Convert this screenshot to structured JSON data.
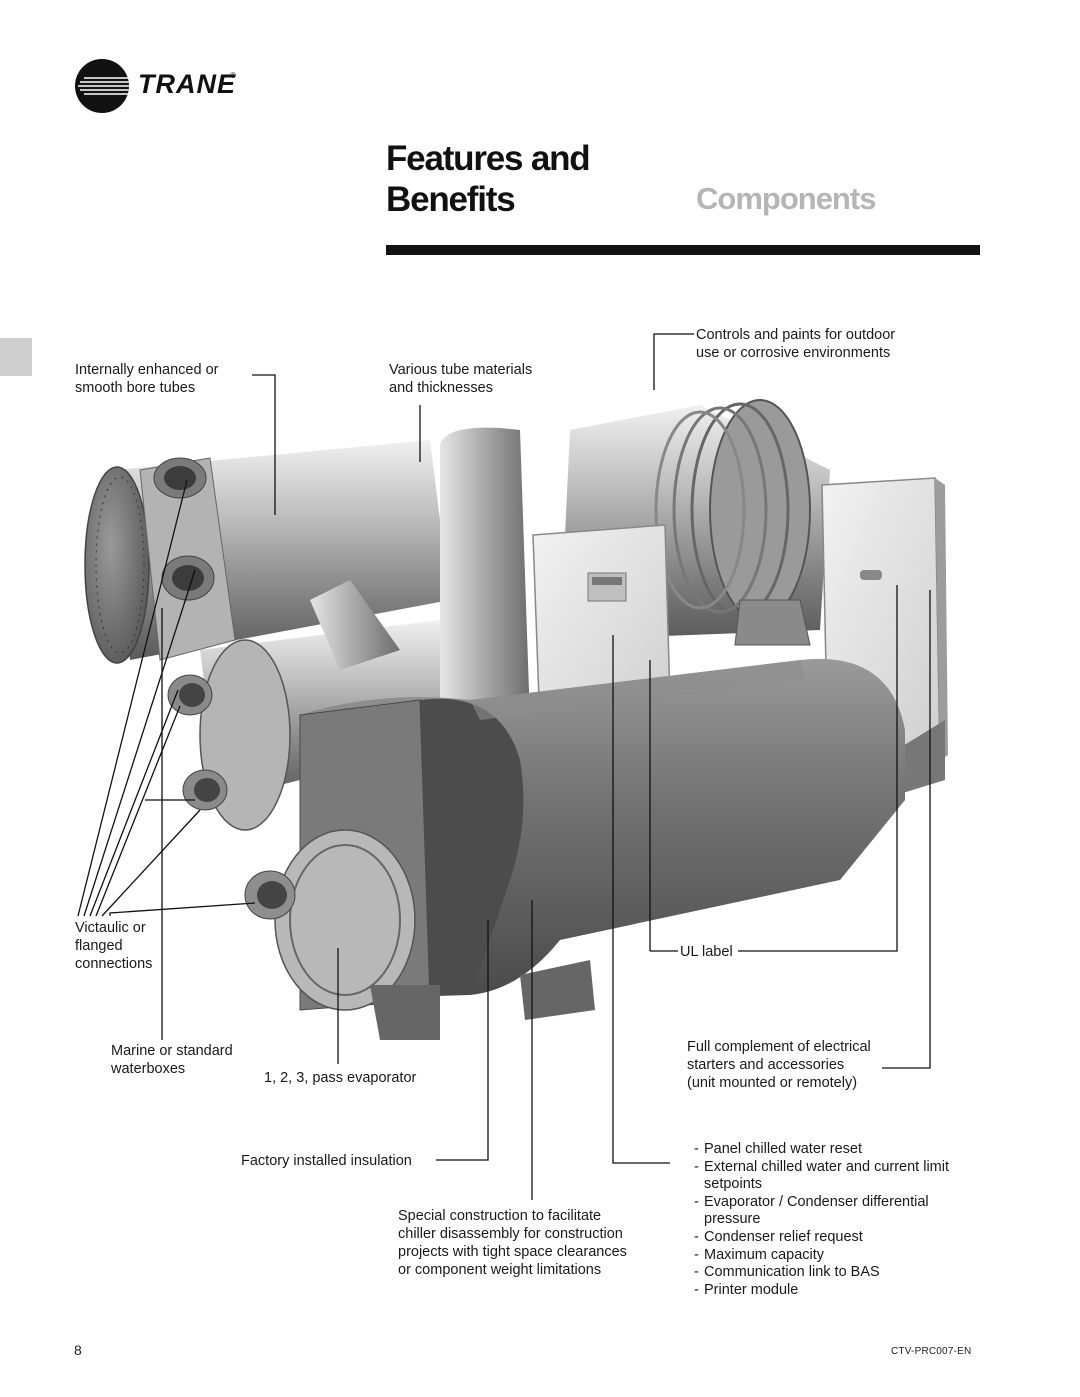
{
  "brand": {
    "name": "TRANE",
    "mark": "®"
  },
  "header": {
    "title_line1": "Features and",
    "title_line2": "Benefits",
    "section": "Components"
  },
  "callouts": {
    "internal_tubes": [
      "Internally enhanced or",
      "smooth bore tubes"
    ],
    "tube_materials": [
      "Various tube materials",
      "and thicknesses"
    ],
    "controls_paints": [
      "Controls and paints for outdoor",
      "use or corrosive environments"
    ],
    "victaulic": [
      "Victaulic or",
      "flanged",
      "connections"
    ],
    "ul_label": "UL label",
    "waterboxes": [
      "Marine or standard",
      "waterboxes"
    ],
    "evaporator": "1, 2, 3, pass evaporator",
    "electrical": [
      "Full complement of electrical",
      "starters and accessories",
      "(unit mounted or remotely)"
    ],
    "insulation": "Factory installed insulation",
    "construction": [
      "Special construction to facilitate",
      "chiller disassembly for construction",
      "projects with tight space clearances",
      "or component weight limitations"
    ]
  },
  "features": [
    "Panel chilled water reset",
    "External chilled water and current limit setpoints",
    "Evaporator / Condenser differential pressure",
    "Condenser relief request",
    "Maximum capacity",
    "Communication link to BAS",
    "Printer module"
  ],
  "footer": {
    "page_number": "8",
    "doc_id": "CTV-PRC007-EN"
  }
}
